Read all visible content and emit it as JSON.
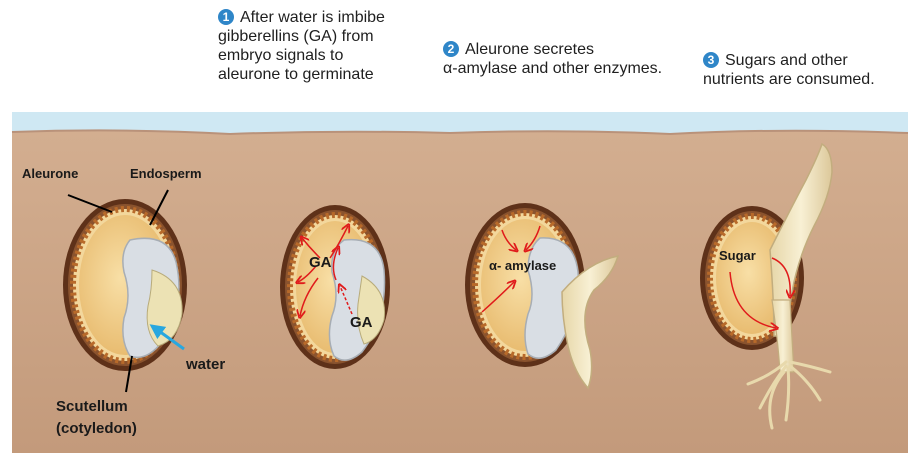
{
  "steps": [
    {
      "number": "1",
      "lines": [
        "After water is imbibe",
        "gibberellins (GA) from",
        "embryo signals to",
        "aleurone to germinate"
      ]
    },
    {
      "number": "2",
      "lines": [
        "Aleurone secretes",
        "α-amylase and other enzymes."
      ]
    },
    {
      "number": "3",
      "lines": [
        "Sugars and other",
        "nutrients are consumed."
      ]
    }
  ],
  "labels": {
    "aleurone": "Aleurone",
    "endosperm": "Endosperm",
    "water": "water",
    "scutellum_1": "Scutellum",
    "scutellum_2": "(cotyledon)",
    "ga_1": "GA",
    "ga_2": "GA",
    "amylase": "α- amylase",
    "sugar": "Sugar"
  },
  "colors": {
    "sky": "#cfe8f3",
    "soil": "#c9a385",
    "soil_dark": "#b68c6c",
    "seed_coat": "#6b3b1e",
    "endosperm": "#f2cf8e",
    "aleurone_dots": "#b86a2a",
    "embryo": "#d8dde3",
    "scutellum": "#ece2b4",
    "shoot": "#f3e8c4",
    "red_arrow": "#e01b1b",
    "blue_arrow": "#28a7df",
    "step_badge": "#2f86c8"
  }
}
